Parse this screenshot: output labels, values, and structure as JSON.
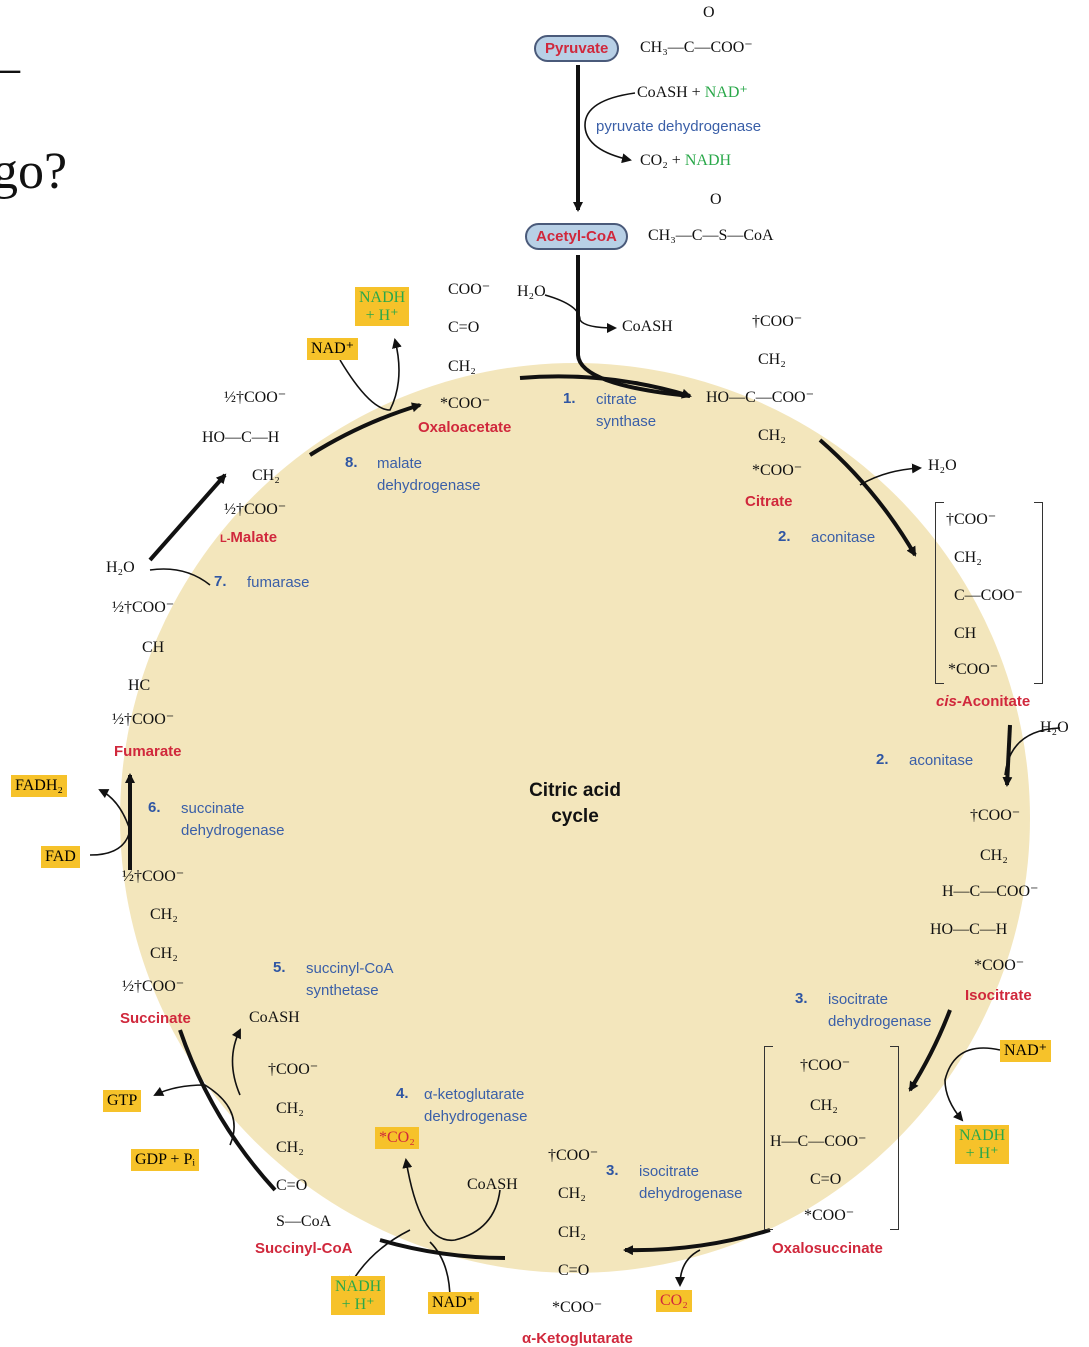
{
  "slide_fragments": {
    "dash": "–",
    "word": "go?"
  },
  "center": {
    "line1": "Citric acid",
    "line2": "cycle"
  },
  "pyruvate": {
    "label": "Pyruvate",
    "formula": "CH₃—C—COO⁻",
    "o": "O",
    "dagger": "†"
  },
  "acetyl": {
    "label": "Acetyl-CoA",
    "formula": "CH₃—C—S—CoA",
    "o": "O",
    "dagger": "†"
  },
  "pdh": {
    "in_a": "CoASH + ",
    "in_b": "NAD⁺",
    "enzyme": "pyruvate dehydrogenase",
    "out_a": "CO₂ + ",
    "out_b": "NADH"
  },
  "steps": [
    {
      "num": "1.",
      "enzyme": [
        "citrate",
        "synthase"
      ]
    },
    {
      "num": "2.",
      "enzyme": [
        "aconitase"
      ]
    },
    {
      "num": "2.",
      "enzyme": [
        "aconitase"
      ]
    },
    {
      "num": "3.",
      "enzyme": [
        "isocitrate",
        "dehydrogenase"
      ]
    },
    {
      "num": "3.",
      "enzyme": [
        "isocitrate",
        "dehydrogenase"
      ]
    },
    {
      "num": "4.",
      "enzyme": [
        "α-ketoglutarate",
        "dehydrogenase"
      ]
    },
    {
      "num": "5.",
      "enzyme": [
        "succinyl-CoA",
        "synthetase"
      ]
    },
    {
      "num": "6.",
      "enzyme": [
        "succinate",
        "dehydrogenase"
      ]
    },
    {
      "num": "7.",
      "enzyme": [
        "fumarase"
      ]
    },
    {
      "num": "8.",
      "enzyme": [
        "malate",
        "dehydrogenase"
      ]
    }
  ],
  "names": {
    "oxaloacetate": "Oxaloacetate",
    "citrate": "Citrate",
    "cis_a": "cis-",
    "cis_b": "Aconitate",
    "isocitrate": "Isocitrate",
    "oxalosuccinate": "Oxalosuccinate",
    "akg": "α-Ketoglutarate",
    "succinyl": "Succinyl-CoA",
    "succinate": "Succinate",
    "fumarate": "Fumarate",
    "malate_l": "L-",
    "malate": "Malate"
  },
  "small": {
    "h2o": "H₂O",
    "coash": "CoASH",
    "co2": "CO₂",
    "co2_star": "*CO₂",
    "nad": "NAD⁺",
    "nadh1": "NADH",
    "nadh2": "+ H⁺",
    "fad": "FAD",
    "fadh2": "FADH₂",
    "gtp": "GTP",
    "gdp": "GDP + Pᵢ"
  },
  "struct": {
    "coo": "COO⁻",
    "dcoo": "†COO⁻",
    "scoo": "*COO⁻",
    "hcoo": "½†COO⁻",
    "ch2": "CH₂",
    "ch": "CH",
    "hc": "HC",
    "c_eq_o": "C=O",
    "c": "C",
    "ho_c_h": "HO—C—H",
    "h_c_coo": "H—C—COO⁻",
    "ho_c_coo": "HO—C—COO⁻",
    "c_coo": "C—COO⁻",
    "s_coa": "S—CoA",
    "ch2_bar": "CH₂"
  },
  "colors": {
    "cycle_fill": "#f3e6bc",
    "box": "#f6c22a",
    "green": "#2aa84a",
    "red": "#d0283c",
    "blue": "#3a5fa8"
  }
}
